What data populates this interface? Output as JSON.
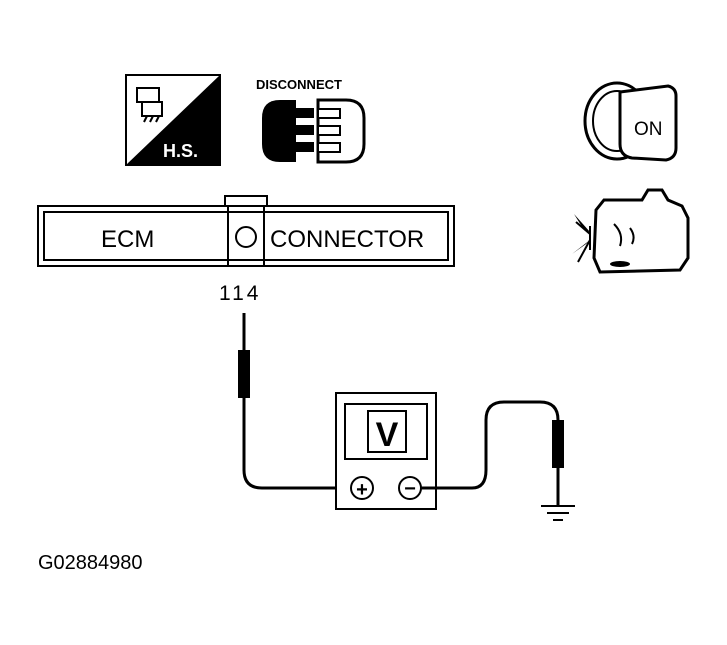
{
  "icons": {
    "harness_label": "H.S.",
    "disconnect_label": "DISCONNECT",
    "ignition_label": "ON"
  },
  "connector": {
    "left_label": "ECM",
    "right_label": "CONNECTOR",
    "terminal": "114"
  },
  "meter": {
    "unit_label": "V",
    "plus_symbol": "+",
    "minus_symbol": "−"
  },
  "figure_id": "G02884980"
}
